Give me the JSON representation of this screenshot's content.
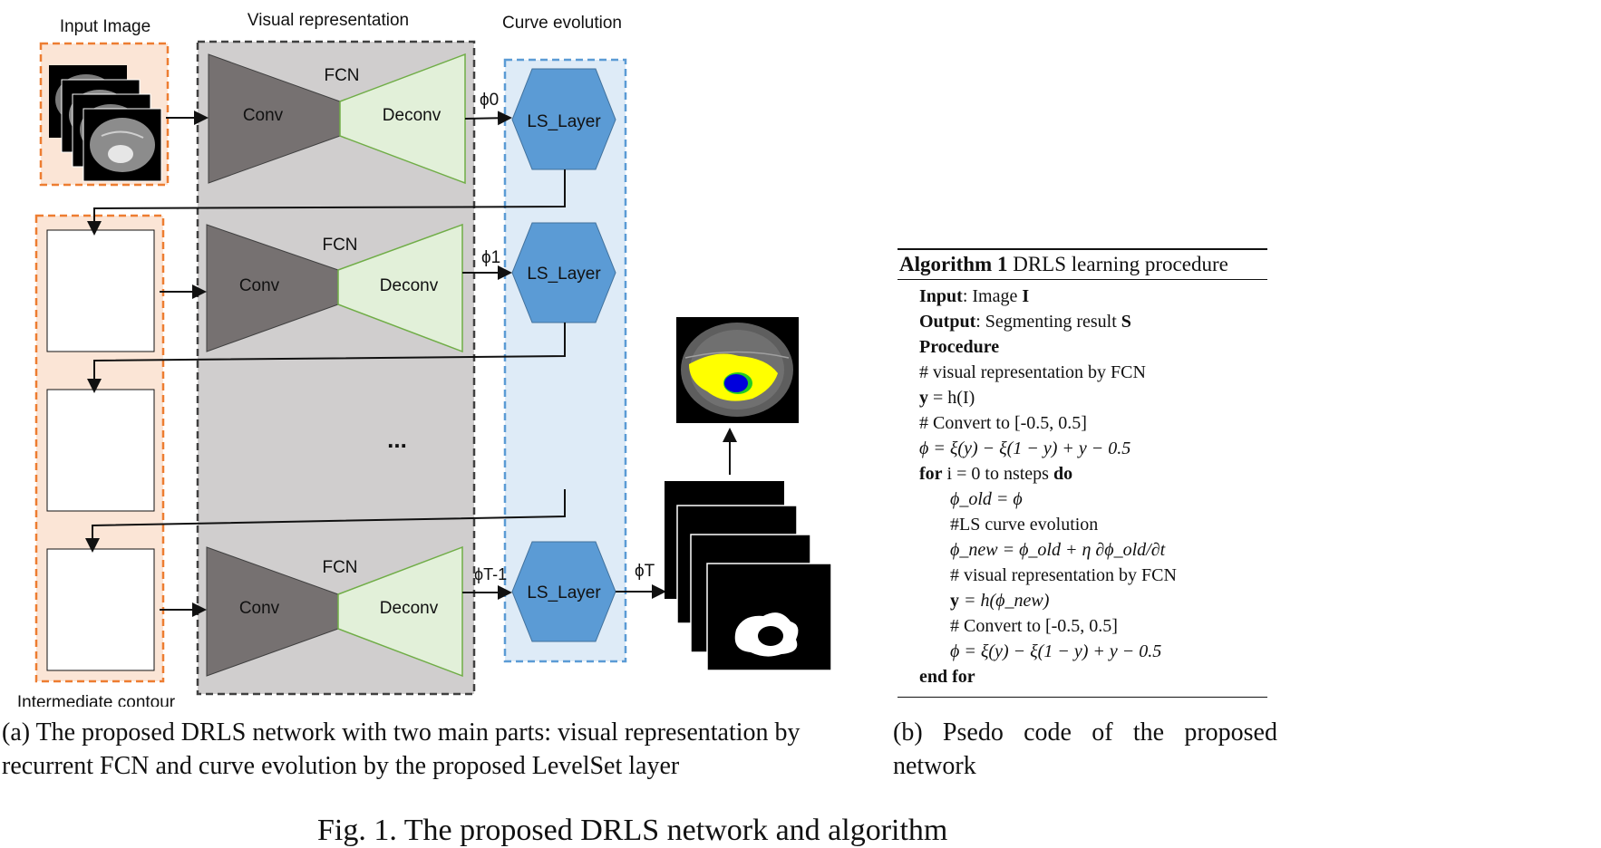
{
  "diagram": {
    "input_image_label": "Input Image",
    "visual_rep_label": "Visual representation",
    "curve_evolution_label": "Curve evolution",
    "intermediate_label": "Intermediate contour",
    "fcn_label": "FCN",
    "conv_label": "Conv",
    "deconv_label": "Deconv",
    "ls_layer_label": "LS_Layer",
    "ellipsis": "...",
    "phi_labels": [
      "ϕ0",
      "ϕ1",
      "ϕT-1",
      "ϕT"
    ],
    "colors": {
      "orange_region": "#fbe5d6",
      "orange_border": "#ed7d31",
      "gray_region": "#d0cece",
      "blue_region": "#deebf7",
      "blue_border": "#5b9bd5",
      "hexagon": "#5b9bd5",
      "conv": "#767171",
      "deconv": "#e2f0d9",
      "deconv_border": "#70ad47"
    }
  },
  "algorithm": {
    "title_bold": "Algorithm 1",
    "title_rest": " DRLS learning procedure",
    "lines": [
      {
        "bold": "Input",
        "rest": ": Image ",
        "tail_bold": "I",
        "indent": 0
      },
      {
        "bold": "Output",
        "rest": ": Segmenting result ",
        "tail_bold": "S",
        "indent": 0
      },
      {
        "bold": "Procedure",
        "rest": "",
        "tail_bold": "",
        "indent": 0
      },
      {
        "bold": "",
        "rest": "# visual representation by FCN",
        "tail_bold": "",
        "indent": 0
      },
      {
        "bold": "y",
        "rest": " = h(I)",
        "tail_bold": "",
        "indent": 0
      },
      {
        "bold": "",
        "rest": "# Convert to [-0.5, 0.5]",
        "tail_bold": "",
        "indent": 0
      },
      {
        "bold": "",
        "rest": "ϕ = ξ(y) − ξ(1 − y) + y − 0.5",
        "tail_bold": "",
        "indent": 0
      },
      {
        "bold": "for",
        "rest": " i = 0 to nsteps ",
        "tail_bold": "do",
        "indent": 0
      },
      {
        "bold": "",
        "rest": "ϕ_old = ϕ",
        "tail_bold": "",
        "indent": 1
      },
      {
        "bold": "",
        "rest": "#LS curve evolution",
        "tail_bold": "",
        "indent": 1
      },
      {
        "bold": "",
        "rest": "ϕ_new = ϕ_old + η ∂ϕ_old/∂t",
        "tail_bold": "",
        "indent": 1
      },
      {
        "bold": "",
        "rest": "# visual representation by FCN",
        "tail_bold": "",
        "indent": 1
      },
      {
        "bold": "y",
        "rest": " = h(ϕ_new)",
        "tail_bold": "",
        "indent": 1
      },
      {
        "bold": "",
        "rest": "# Convert to [-0.5, 0.5]",
        "tail_bold": "",
        "indent": 1
      },
      {
        "bold": "",
        "rest": "ϕ = ξ(y) − ξ(1 − y) + y − 0.5",
        "tail_bold": "",
        "indent": 1
      },
      {
        "bold": "end for",
        "rest": "",
        "tail_bold": "",
        "indent": 0
      }
    ]
  },
  "captions": {
    "a": "(a) The proposed DRLS network with two main parts: visual representation by recurrent FCN and curve evolution by the proposed LevelSet layer",
    "b_line1": "(b) Psedo code of the proposed",
    "b_line2": "network",
    "figure": "Fig. 1. The proposed DRLS network and algorithm"
  }
}
